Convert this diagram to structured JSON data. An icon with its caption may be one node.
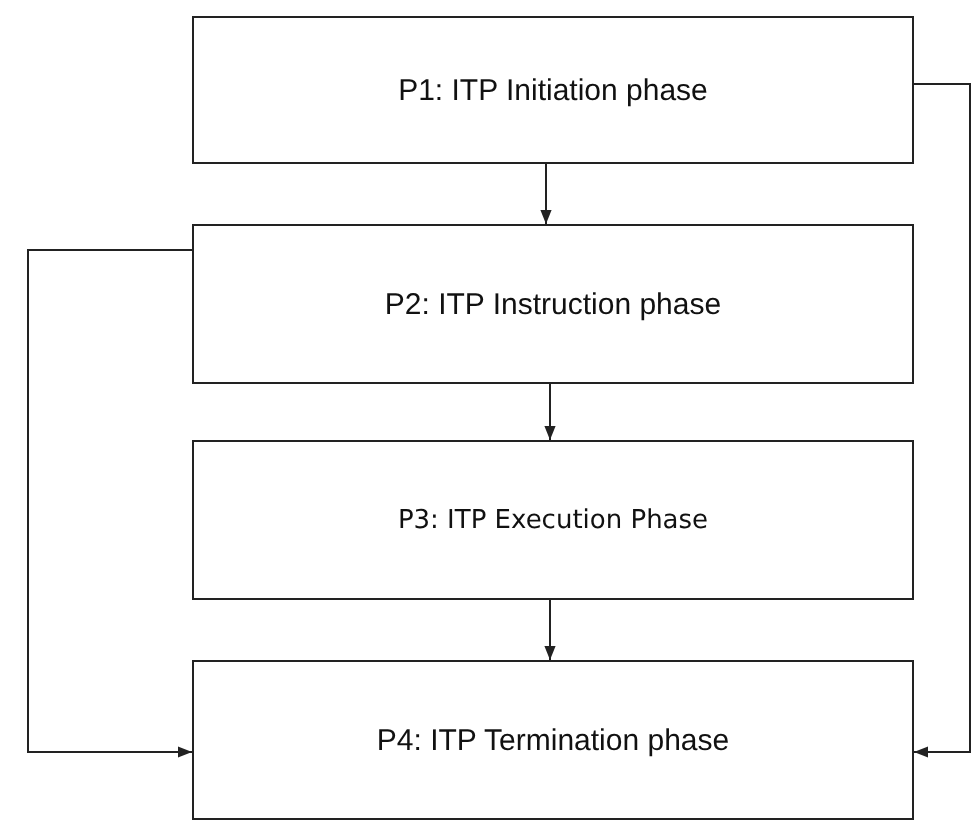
{
  "diagram": {
    "nodes": [
      {
        "text": [
          "P1: ITP Initiation phase"
        ]
      },
      {
        "text": [
          "P2: ITP Instruction phase"
        ]
      },
      {
        "text": [
          "P3: ITP Execution Phase"
        ]
      },
      {
        "text": [
          "P4: ITP Termination phase"
        ]
      }
    ],
    "edges": [
      {
        "from": 0,
        "to": 1,
        "arrow": "to"
      },
      {
        "from": 1,
        "to": 2,
        "arrow": "to"
      },
      {
        "from": 2,
        "to": 3,
        "arrow": "to"
      },
      {
        "from": 1,
        "to": 3,
        "arrow": "to"
      },
      {
        "from": 0,
        "to": 3,
        "arrow": "to"
      }
    ]
  }
}
